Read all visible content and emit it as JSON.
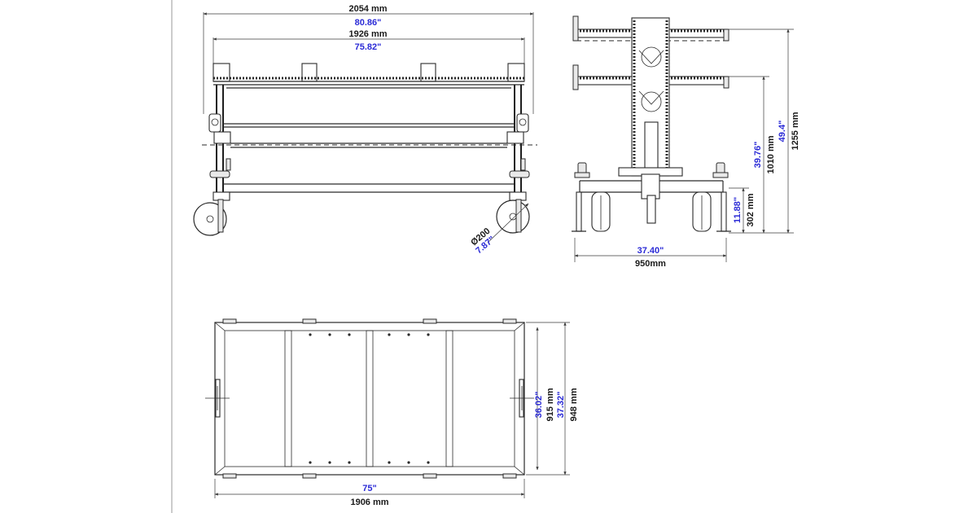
{
  "colors": {
    "line": "#2a2a2a",
    "imperial": "#2b2bd6",
    "metric": "#1a1a1a",
    "background": "#ffffff"
  },
  "side_view": {
    "overall_mm": "2054 mm",
    "overall_in": "80.86\"",
    "inner_mm": "1926 mm",
    "inner_in": "75.82\"",
    "wheel_mm": "Ø200",
    "wheel_in": "7.87\""
  },
  "end_view": {
    "width_in": "37.40\"",
    "width_mm": "950mm",
    "lower_tier_in": "39.76\"",
    "lower_tier_mm": "1010 mm",
    "total_in": "49.4\"",
    "total_mm": "1255 mm",
    "base_in": "11.88\"",
    "base_mm": "302 mm"
  },
  "top_view": {
    "length_in": "75\"",
    "length_mm": "1906 mm",
    "inner_width_in": "36.02\"",
    "inner_width_mm": "915 mm",
    "outer_width_in": "37.32\"",
    "outer_width_mm": "948 mm"
  }
}
